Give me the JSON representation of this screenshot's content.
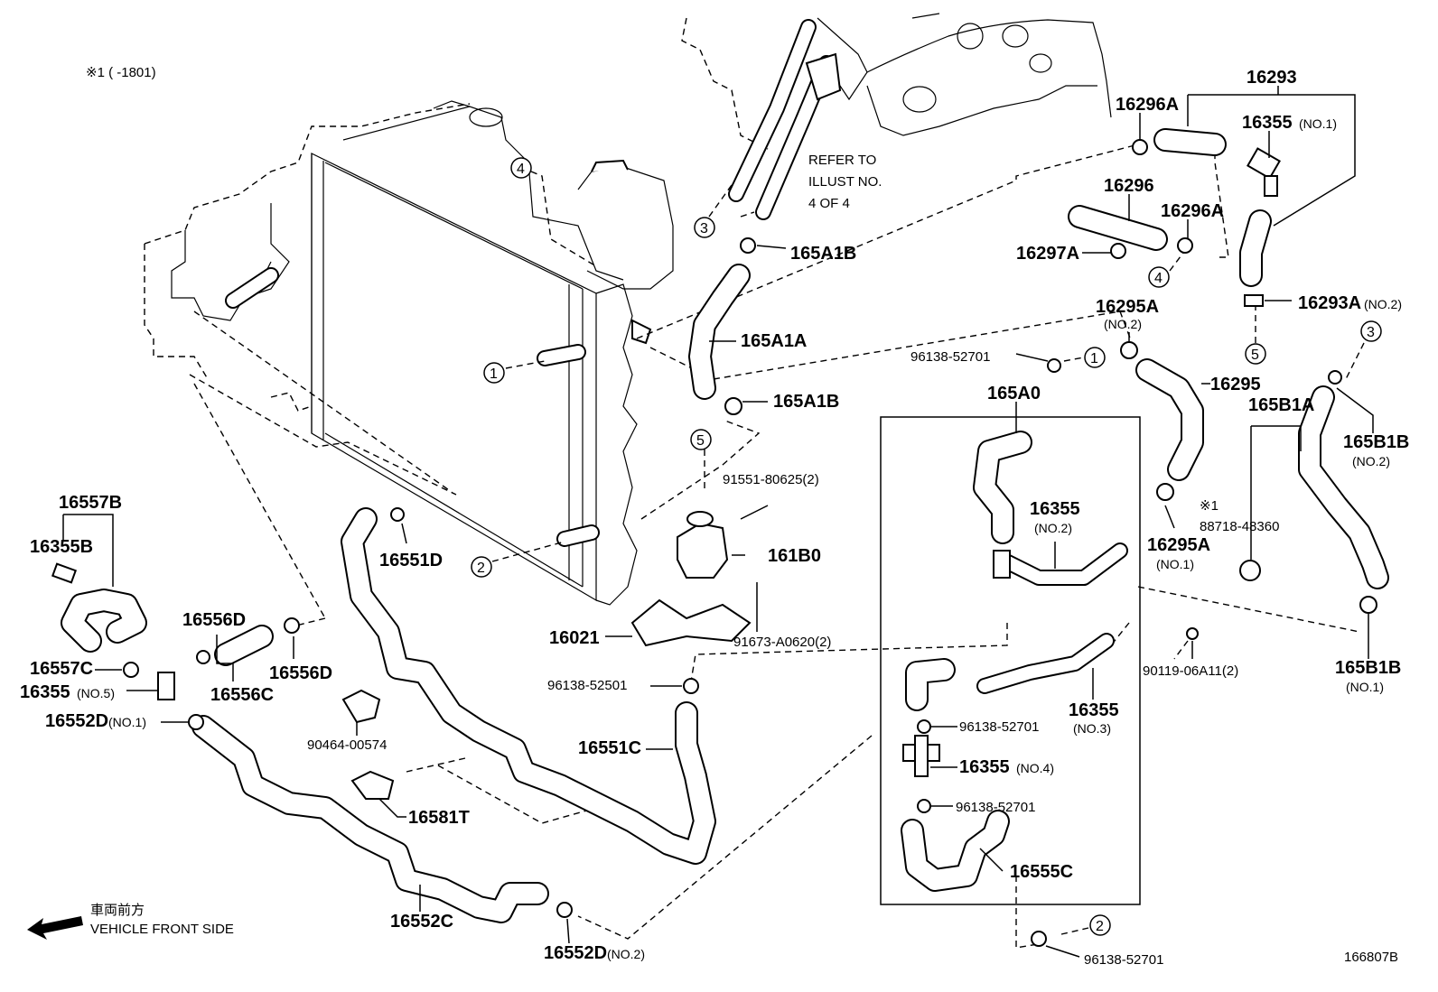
{
  "note_top": "※1 (      -1801)",
  "refer": {
    "line1": "REFER TO",
    "line2": "ILLUST NO.",
    "line3": "4 OF 4"
  },
  "front": {
    "japanese": "車両前方",
    "english": "VEHICLE FRONT SIDE"
  },
  "illust_no": "166807B",
  "callouts": [
    "1",
    "2",
    "3",
    "4",
    "5"
  ],
  "labels": {
    "p16293": "16293",
    "p16296A_top": "16296A",
    "p16355_no1": "16355",
    "no1_a": "(NO.1)",
    "p16296": "16296",
    "p16296A_mid": "16296A",
    "p16297A": "16297A",
    "p165A1B_top": "165A1B",
    "p165A1A": "165A1A",
    "p165A1B_mid": "165A1B",
    "p16293A": "16293A",
    "no2_a": "(NO.2)",
    "p16295A_top": "16295A",
    "no2_b": "(NO.2)",
    "p96138_52701_a": "96138-52701",
    "p16295": "16295",
    "p165A0": "165A0",
    "p165B1A": "165B1A",
    "p165B1B_top": "165B1B",
    "no2_c": "(NO.2)",
    "p16355_no2": "16355",
    "no2_d": "(NO.2)",
    "p91551": "91551-80625(2)",
    "p161B0": "161B0",
    "p16295A_low": "16295A",
    "no1_b": "(NO.1)",
    "star1": "※1",
    "p88718": "88718-48360",
    "p16557B": "16557B",
    "p16355B": "16355B",
    "p16551D": "16551D",
    "p16021": "16021",
    "p91673": "91673-A0620(2)",
    "p16556D_top": "16556D",
    "p16556D_low": "16556D",
    "p16556C": "16556C",
    "p16557C": "16557C",
    "p16355_no5": "16355",
    "no5": "(NO.5)",
    "p16552D_no1": "16552D",
    "no1_c": "(NO.1)",
    "p96138_52501": "96138-52501",
    "p90119": "90119-06A11(2)",
    "p165B1B_low": "165B1B",
    "no1_d": "(NO.1)",
    "p16355_no3": "16355",
    "no3": "(NO.3)",
    "p96138_52701_b": "96138-52701",
    "p90464": "90464-00574",
    "p16551C": "16551C",
    "p16355_no4": "16355",
    "no4": "(NO.4)",
    "p96138_52701_c": "96138-52701",
    "p16581T": "16581T",
    "p16555C": "16555C",
    "p16552C": "16552C",
    "p16552D_no2": "16552D",
    "no2_e": "(NO.2)",
    "p96138_52701_d": "96138-52701"
  }
}
